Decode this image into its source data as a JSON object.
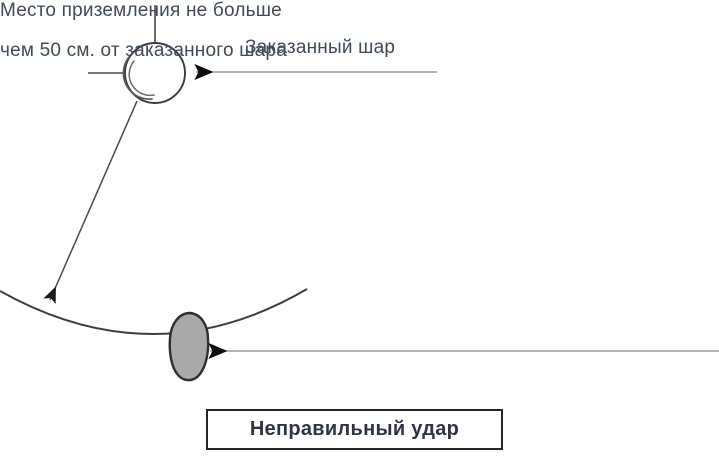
{
  "diagram": {
    "title_caption": "Неправильный удар",
    "labels": {
      "ordered_ball": "Заказанный шар",
      "landing_note_line1": "Место приземления не больше",
      "landing_note_line2": "чем 50 см. от заказанного шара"
    },
    "colors": {
      "text": "#3f4a5a",
      "caption_text": "#2c3547",
      "caption_border": "#22262e",
      "stroke": "#4a4a4a",
      "arrow_shaft": "#9a9a9a",
      "arrow_head": "#000000",
      "blob_fill": "#a9a9a9",
      "blob_stroke": "#2f2f2f",
      "background": "#ffffff"
    },
    "elements": {
      "ball_circle": "ordered-ball-circle",
      "spin_marks": "spin-arc-marks",
      "cue_vertical_line": "cue-line-vertical",
      "cue_horizontal_line": "cue-line-horizontal",
      "trajectory": "ball-trajectory-arrow",
      "table_arc": "table-edge-arc",
      "landing_blob": "landing-spot-blob",
      "pointer_top": "pointer-arrow-to-ball",
      "pointer_bottom": "pointer-arrow-to-landing-spot"
    }
  }
}
